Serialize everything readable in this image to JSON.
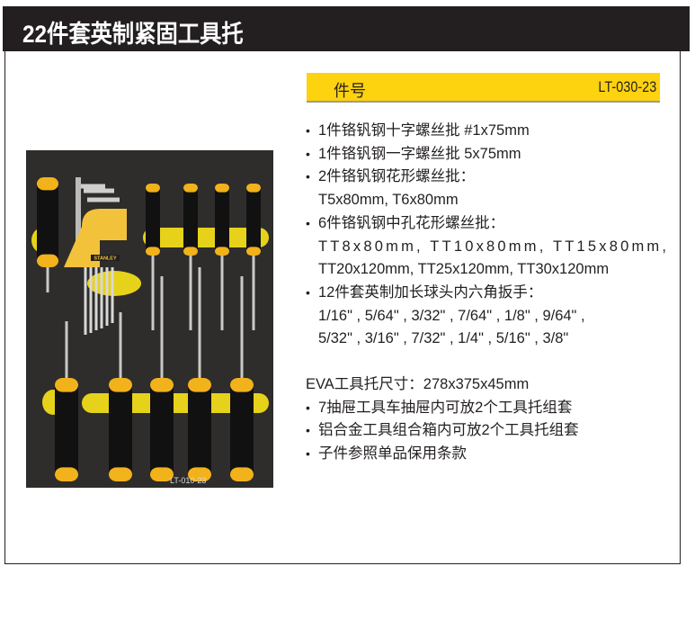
{
  "header": {
    "title": "22件套英制紧固工具托"
  },
  "part": {
    "label": "件号",
    "value": "LT-030-23"
  },
  "image": {
    "tray_label": "LT-010-23",
    "brand": "STANLEY"
  },
  "specs": {
    "bullet": "•",
    "items": [
      "1件铬钒钢十字螺丝批 #1x75mm",
      "1件铬钒钢一字螺丝批 5x75mm",
      "2件铬钒钢花形螺丝批：",
      "T5x80mm, T6x80mm",
      "6件铬钒钢中孔花形螺丝批：",
      "TT8x80mm, TT10x80mm, TT15x80mm,",
      "TT20x120mm, TT25x120mm, TT30x120mm",
      "12件套英制加长球头内六角扳手：",
      "1/16\" , 5/64\" , 3/32\" , 7/64\" , 1/8\" , 9/64\" ,",
      "5/32\" , 3/16\" , 7/32\" , 1/4\" , 5/16\" , 3/8\""
    ],
    "tray_size": "EVA工具托尺寸：278x375x45mm",
    "notes": [
      "7抽屉工具车抽屉内可放2个工具托组套",
      "铝合金工具组合箱内可放2个工具托组套",
      "子件参照单品保用条款"
    ]
  },
  "colors": {
    "accent": "#fdd20e",
    "dark": "#231f20",
    "foam": "#2e2d2b"
  }
}
